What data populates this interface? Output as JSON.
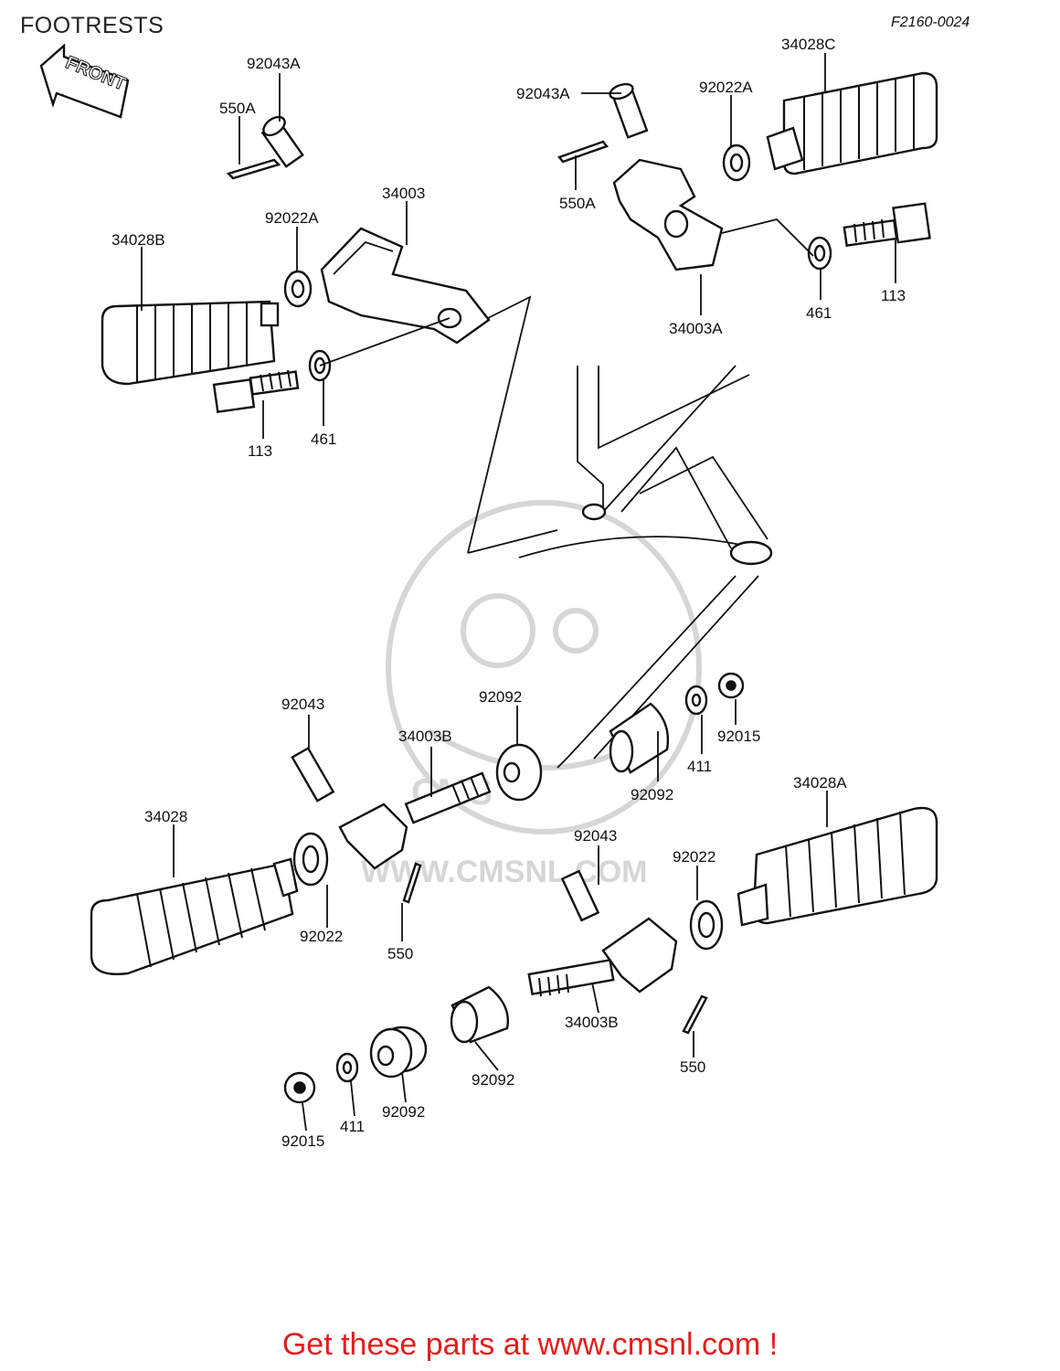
{
  "header": {
    "title": "FOOTRESTS",
    "figure_code": "F2160-0024"
  },
  "front_arrow": {
    "label": "FRONT"
  },
  "watermark": {
    "brand": "CMS",
    "url": "WWW.CMSNL.COM"
  },
  "parts": [
    {
      "id": "p1",
      "number": "92043A"
    },
    {
      "id": "p2",
      "number": "550A"
    },
    {
      "id": "p3",
      "number": "92022A"
    },
    {
      "id": "p4",
      "number": "34003"
    },
    {
      "id": "p5",
      "number": "34028B"
    },
    {
      "id": "p6",
      "number": "113"
    },
    {
      "id": "p7",
      "number": "461"
    },
    {
      "id": "p8",
      "number": "92043A"
    },
    {
      "id": "p9",
      "number": "550A"
    },
    {
      "id": "p10",
      "number": "92022A"
    },
    {
      "id": "p11",
      "number": "34028C"
    },
    {
      "id": "p12",
      "number": "34003A"
    },
    {
      "id": "p13",
      "number": "461"
    },
    {
      "id": "p14",
      "number": "113"
    },
    {
      "id": "p15",
      "number": "92043"
    },
    {
      "id": "p16",
      "number": "34003B"
    },
    {
      "id": "p17",
      "number": "92092"
    },
    {
      "id": "p18",
      "number": "92092"
    },
    {
      "id": "p19",
      "number": "411"
    },
    {
      "id": "p20",
      "number": "92015"
    },
    {
      "id": "p21",
      "number": "34028A"
    },
    {
      "id": "p22",
      "number": "34028"
    },
    {
      "id": "p23",
      "number": "92022"
    },
    {
      "id": "p24",
      "number": "550"
    },
    {
      "id": "p25",
      "number": "92043"
    },
    {
      "id": "p26",
      "number": "92022"
    },
    {
      "id": "p27",
      "number": "34003B"
    },
    {
      "id": "p28",
      "number": "550"
    },
    {
      "id": "p29",
      "number": "92092"
    },
    {
      "id": "p30",
      "number": "92092"
    },
    {
      "id": "p31",
      "number": "411"
    },
    {
      "id": "p32",
      "number": "92015"
    }
  ],
  "footer": {
    "link_text": "Get these parts at www.cmsnl.com !",
    "link_color": "#e41d1d"
  }
}
